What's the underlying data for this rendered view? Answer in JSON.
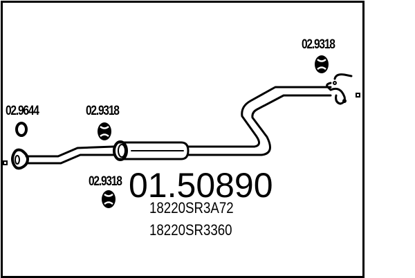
{
  "diagram": {
    "main_part_number": "01.50890",
    "oe_numbers": [
      "18220SR3A72",
      "18220SR3360"
    ],
    "accessories": [
      {
        "code": "02.9644",
        "icon": "gasket-ring-icon"
      },
      {
        "code": "02.9318",
        "icon": "rubber-hanger-icon",
        "position": "front-upper"
      },
      {
        "code": "02.9318",
        "icon": "rubber-hanger-icon",
        "position": "front-lower"
      },
      {
        "code": "02.9318",
        "icon": "rubber-hanger-icon",
        "position": "rear"
      }
    ],
    "colors": {
      "line": "#000000",
      "background": "#ffffff"
    }
  }
}
